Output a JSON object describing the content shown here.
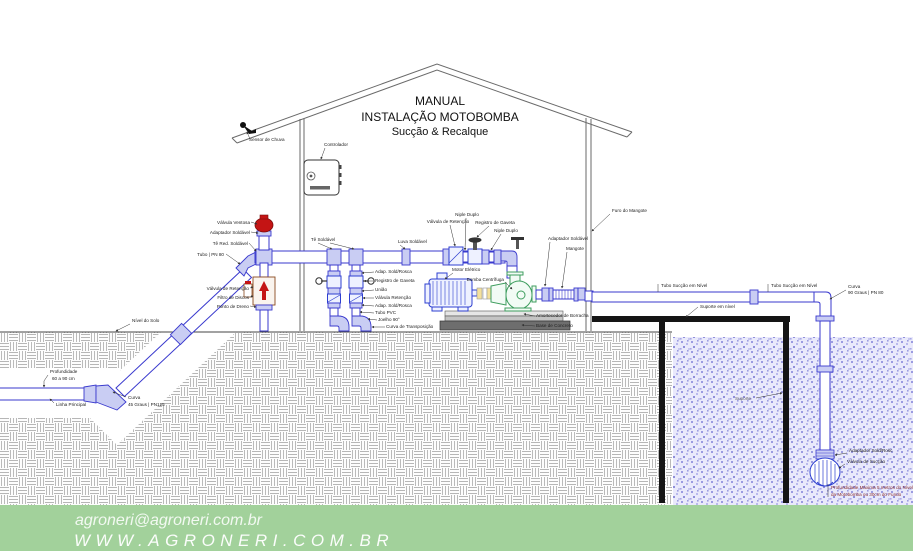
{
  "title": {
    "line1": "MANUAL",
    "line2": "INSTALAÇÃO MOTOBOMBA",
    "line3": "Sucção & Recalque"
  },
  "labels": {
    "sensor_chuva": "Sensor de Chuva",
    "controlador": "Controlador",
    "valvula_ventosa": "Válvula Ventosa",
    "adaptador_soldavel": "Adaptador Soldável",
    "te_red_soldavel": "Tê Red. Soldável",
    "tubo_linha": "Tubo | PN 80",
    "te_soldavel": "Tê Soldável",
    "luva_soldavel": "Luva Soldável",
    "adap_sold_rosca": "Adap. Sold/Rosca",
    "registro_gaveta": "Registro de Gaveta",
    "uniao": "União",
    "valvula_retencao": "Válvula Retenção",
    "adap_sold_rosca2": "Adap. Sold/Rosca",
    "tubo_pvc": "Tubo PVC",
    "joelho90": "Joelho 90°",
    "curva_transposicao": "Curva de Transposição",
    "valvula_ret_filtro": "Válvula de Retenção",
    "filtro": "Filtro de Discos",
    "dreno": "Ponto de Dreno",
    "valvula_retencao_h": "Válvula de Retenção",
    "niple_duplo": "Niple Duplo",
    "registro_gaveta2": "Registro de Gaveta",
    "niple_duplo2": "Niple Duplo",
    "motor": "Motor Elétrico",
    "bomba": "Bomba Centrífuga",
    "mangote": "Mangote",
    "adaptador_mangote": "Adaptador Soldável",
    "amortecedor": "Amortecedor de Borracha",
    "base_concreto": "Base de Concreto",
    "furo_mangote": "Furo do Mangote",
    "tubo_succao1": "Tubo Sucção em Nível",
    "tubo_succao2": "Tubo Sucção em Nível",
    "suporte_nivel": "Suporte em nível",
    "curva90_l1": "Curva",
    "curva90_l2": "90 Graus | PN 80",
    "suporte": "Suporte",
    "adap_sold_succao": "Adaptador Sold/Rosc",
    "valvula_succao": "Válvula de Sucção",
    "prof_max_l1": "Profundidade Máxima 5 metros do Nível",
    "prof_max_l2": "da Motobomba ou 30cm do Fundo",
    "nivel_solo": "Nível do Solo",
    "profundidade_l1": "Profundidade",
    "profundidade_l2": "60 a 90 cm",
    "linha_principal": "Linha Principal",
    "curva45_l1": "Curva",
    "curva45_l2": "45 Graus | PN125"
  },
  "footer": {
    "email": "agroneri@agroneri.com.br",
    "website": "WWW.AGRONERI.COM.BR"
  },
  "colors": {
    "pipe_blue": "#3a3ace",
    "fitting_blue": "#c9cdf3",
    "valve_red": "#c41414",
    "motor_blue": "#2d3fd0",
    "pump_green": "#3f9e5f",
    "support_black": "#151515",
    "water_blue": "#9b9be0",
    "footer_green": "#a2d19b",
    "note_red": "#8a3333"
  }
}
